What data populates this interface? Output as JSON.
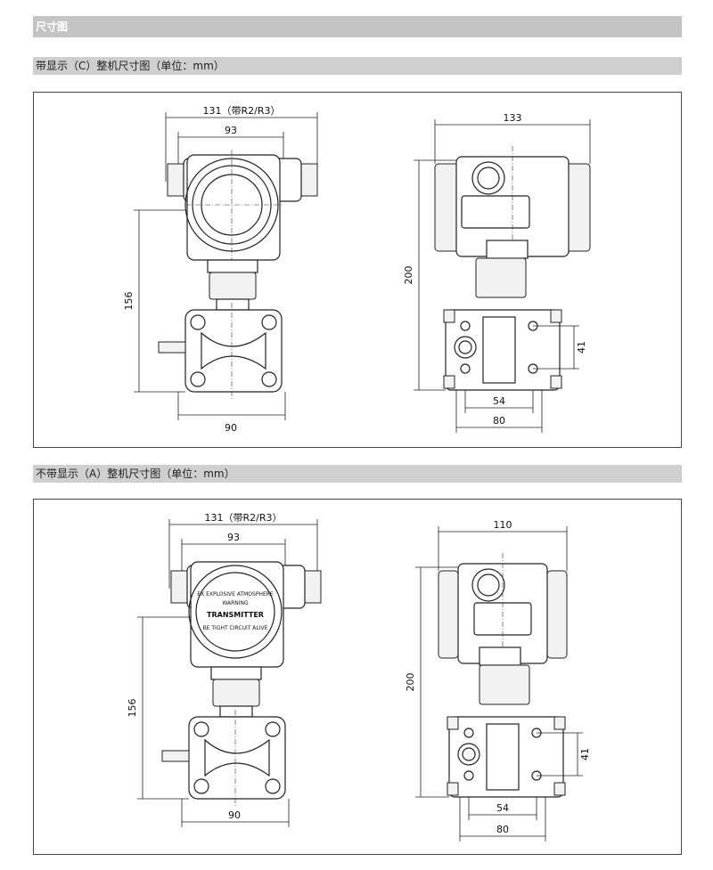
{
  "header": {
    "title": "尺寸图"
  },
  "section_c": {
    "title": "带显示（C）整机尺寸图（单位：mm）",
    "front": {
      "width_with_r": "131（带R2/R3）",
      "width_body": "93",
      "height": "156",
      "flange_width": "90"
    },
    "side": {
      "width": "133",
      "height": "200",
      "spacing": "41",
      "inner_width": "54",
      "outer_width": "80"
    }
  },
  "section_a": {
    "title": "不带显示（A）整机尺寸图（单位：mm）",
    "front": {
      "width_with_r": "131（带R2/R3）",
      "width_body": "93",
      "height": "156",
      "flange_width": "90",
      "label_lines": [
        "EX EXPLOSIVE ATMOSPHERE",
        "WARNING",
        "TRANSMITTER",
        "BE TIGHT CIRCUIT ALIVE"
      ]
    },
    "side": {
      "width": "110",
      "height": "200",
      "spacing": "41",
      "inner_width": "54",
      "outer_width": "80"
    }
  }
}
